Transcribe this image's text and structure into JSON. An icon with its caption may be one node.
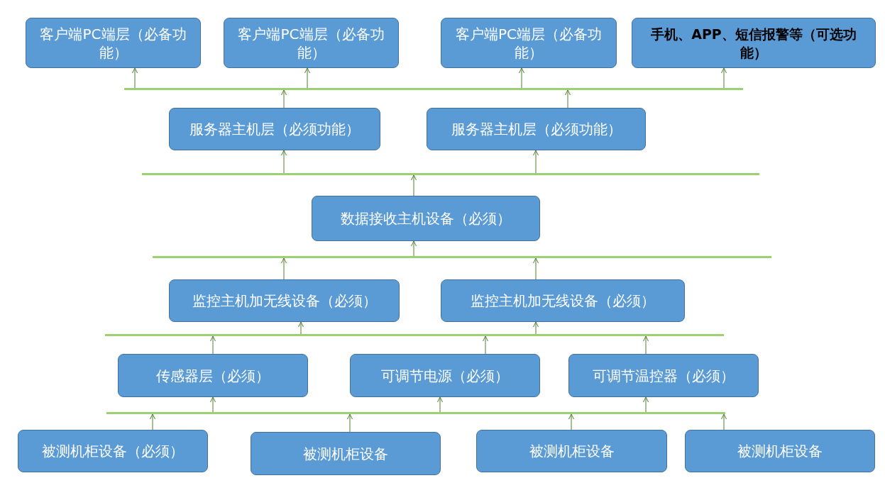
{
  "diagram": {
    "nodes": [
      {
        "text": [
          "客户端PC端层（必备功能）"
        ]
      },
      {
        "text": [
          "客户端PC端层（必备功能）"
        ]
      },
      {
        "text": [
          "客户端PC端层（必备功能）"
        ]
      },
      {
        "text": [
          "手机、APP、短信报警等（可选功能）"
        ]
      },
      {
        "text": [],
        "shape": "bar"
      },
      {
        "text": [
          "服务器主机层（必须功能）"
        ]
      },
      {
        "text": [
          "服务器主机层（必须功能）"
        ]
      },
      {
        "text": [],
        "shape": "bar"
      },
      {
        "text": [
          "数据接收主机设备（必须）"
        ]
      },
      {
        "text": [],
        "shape": "bar"
      },
      {
        "text": [
          "监控主机加无线设备（必须）"
        ]
      },
      {
        "text": [
          "监控主机加无线设备（必须）"
        ]
      },
      {
        "text": [],
        "shape": "bar"
      },
      {
        "text": [
          "传感器层（必须）"
        ]
      },
      {
        "text": [
          "可调节电源（必须）"
        ]
      },
      {
        "text": [
          "可调节温控器（必须）"
        ]
      },
      {
        "text": [],
        "shape": "bar"
      },
      {
        "text": [
          "被测机柜设备（必须）"
        ]
      },
      {
        "text": [
          "被测机柜设备"
        ]
      },
      {
        "text": [
          "被测机柜设备"
        ]
      },
      {
        "text": [
          "被测机柜设备"
        ]
      }
    ],
    "edges": [
      {
        "from": 4,
        "to": 0,
        "arrow": "to"
      },
      {
        "from": 4,
        "to": 1,
        "arrow": "to"
      },
      {
        "from": 4,
        "to": 2,
        "arrow": "to"
      },
      {
        "from": 4,
        "to": 3,
        "arrow": "to"
      },
      {
        "from": 5,
        "to": 4,
        "arrow": "to"
      },
      {
        "from": 6,
        "to": 4,
        "arrow": "to"
      },
      {
        "from": 7,
        "to": 5,
        "arrow": "to"
      },
      {
        "from": 7,
        "to": 6,
        "arrow": "to"
      },
      {
        "from": 8,
        "to": 7,
        "arrow": "to"
      },
      {
        "from": 9,
        "to": 8,
        "arrow": "to"
      },
      {
        "from": 10,
        "to": 9,
        "arrow": "to"
      },
      {
        "from": 11,
        "to": 9,
        "arrow": "to"
      },
      {
        "from": 12,
        "to": 10,
        "arrow": "to"
      },
      {
        "from": 12,
        "to": 11,
        "arrow": "to"
      },
      {
        "from": 13,
        "to": 12,
        "arrow": "to"
      },
      {
        "from": 14,
        "to": 12,
        "arrow": "to"
      },
      {
        "from": 15,
        "to": 12,
        "arrow": "to"
      },
      {
        "from": 16,
        "to": 13,
        "arrow": "to"
      },
      {
        "from": 16,
        "to": 14,
        "arrow": "to"
      },
      {
        "from": 16,
        "to": 15,
        "arrow": "to"
      },
      {
        "from": 17,
        "to": 16,
        "arrow": "to"
      },
      {
        "from": 18,
        "to": 16,
        "arrow": "to"
      },
      {
        "from": 19,
        "to": 16,
        "arrow": "to"
      },
      {
        "from": 20,
        "to": 16,
        "arrow": "to"
      }
    ]
  }
}
